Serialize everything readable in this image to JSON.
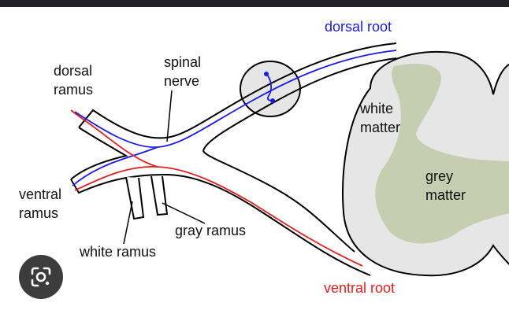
{
  "labels": {
    "dorsal_ramus_1": "dorsal",
    "dorsal_ramus_2": "ramus",
    "spinal_nerve_1": "spinal",
    "spinal_nerve_2": "nerve",
    "dorsal_root": "dorsal root",
    "white_matter_1": "white",
    "white_matter_2": "matter",
    "grey_matter_1": "grey",
    "grey_matter_2": "matter",
    "ventral_ramus_1": "ventral",
    "ventral_ramus_2": "ramus",
    "white_ramus": "white ramus",
    "gray_ramus": "gray ramus",
    "ventral_root": "ventral root"
  },
  "colors": {
    "sensory_fiber": "#1a1ae6",
    "motor_fiber": "#e02020",
    "white_matter": "#e6e6e6",
    "grey_matter": "#c6cdb0",
    "outline": "#000000",
    "topbar": "#202124"
  },
  "icons": {
    "lens": "google-lens-icon"
  }
}
